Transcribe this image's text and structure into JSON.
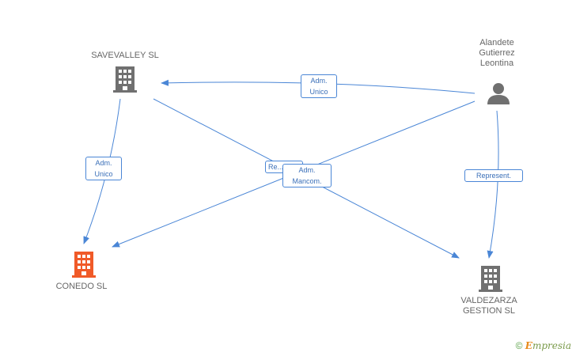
{
  "nodes": {
    "savevalley": {
      "label": "SAVEVALLEY SL",
      "type": "company",
      "color": "#707070"
    },
    "person": {
      "label_lines": [
        "Alandete",
        "Gutierrez",
        "Leontina"
      ],
      "type": "person",
      "color": "#707070"
    },
    "conedo": {
      "label": "CONEDO  SL",
      "type": "company",
      "color": "#f05a28"
    },
    "valdezarza": {
      "label_lines": [
        "VALDEZARZA",
        "GESTION SL"
      ],
      "type": "company",
      "color": "#707070"
    }
  },
  "edges": [
    {
      "from": "person",
      "to": "savevalley",
      "label_lines": [
        "Adm.",
        "Unico"
      ]
    },
    {
      "from": "savevalley",
      "to": "conedo",
      "label_lines": [
        "Adm.",
        "Unico"
      ]
    },
    {
      "from": "person",
      "to": "valdezarza",
      "label_lines": [
        "Represent."
      ]
    },
    {
      "from": "savevalley",
      "to": "valdezarza",
      "label_lines": [
        "Re..."
      ]
    },
    {
      "from": "person",
      "to": "conedo",
      "label_lines": [
        "Adm.",
        "Mancom."
      ]
    }
  ],
  "edge_color": "#4a86d6",
  "footer": {
    "symbol": "©",
    "brand_initial": "E",
    "brand_rest": "mpresia"
  }
}
